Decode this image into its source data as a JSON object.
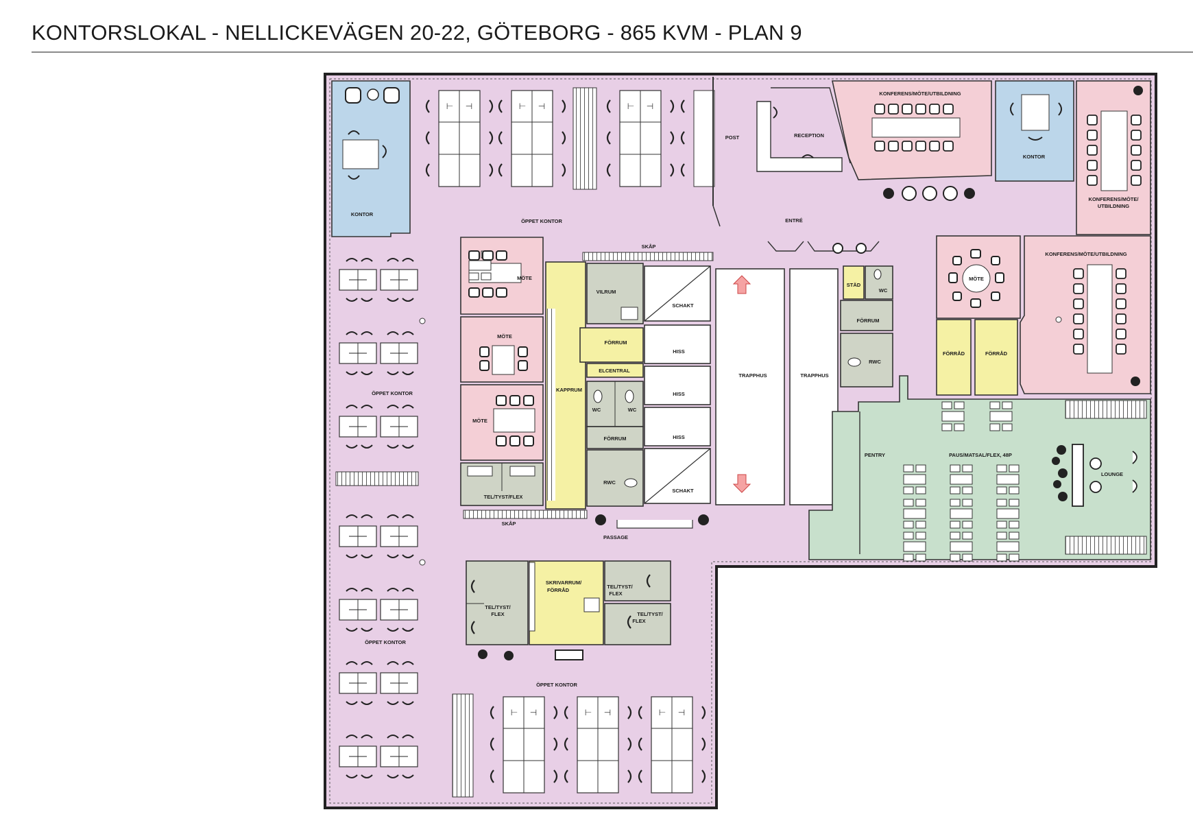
{
  "header": {
    "title": "KONTORSLOKAL - NELLICKEVÄGEN 20-22, GÖTEBORG - 865 KVM - PLAN 9"
  },
  "colors": {
    "office": "#e8cfe6",
    "blue_office": "#bcd6ea",
    "conference": "#f4cfd6",
    "core_grey": "#cfd4c6",
    "yellow": "#f5f1a4",
    "pantry": "#c8e0cc",
    "white": "#ffffff"
  },
  "rooms": {
    "kontor_left": "KONTOR",
    "oppet_kontor_top": "ÖPPET KONTOR",
    "post": "POST",
    "reception": "RECEPTION",
    "konferens_top": "KONFERENS/MÖTE/UTBILDNING",
    "kontor_right": "KONTOR",
    "konferens_right_1": "KONFERENS/MÖTE/",
    "konferens_right_2": "UTBILDNING",
    "entre": "ENTRÉ",
    "skap_top": "SKÅP",
    "mote_1": "MÖTE",
    "mote_2": "MÖTE",
    "mote_3": "MÖTE",
    "tel_tyst_flex_left": "TEL/TYST/FLEX",
    "kapprum": "KAPPRUM",
    "vilrum": "VILRUM",
    "forrum_1": "FÖRRUM",
    "elcentral": "ELCENTRAL",
    "wc_1": "WC",
    "wc_2": "WC",
    "forrum_2": "FÖRRUM",
    "rwc_1": "RWC",
    "schakt_1": "SCHAKT",
    "hiss_1": "HISS",
    "hiss_2": "HISS",
    "hiss_3": "HISS",
    "schakt_2": "SCHAKT",
    "trapphus_1": "TRAPPHUS",
    "trapphus_2": "TRAPPHUS",
    "stad": "STÄD",
    "wc_3": "WC",
    "forrum_3": "FÖRRUM",
    "rwc_2": "RWC",
    "mote_round": "MÖTE",
    "konferens_mid": "KONFERENS/MÖTE/UTBILDNING",
    "forrad_1": "FÖRRÅD",
    "forrad_2": "FÖRRÅD",
    "pentry": "PENTRY",
    "paus": "PAUS/MATSAL/FLEX, 48P",
    "lounge": "LOUNGE",
    "skap_bottom": "SKÅP",
    "passage": "PASSAGE",
    "oppet_kontor_left": "ÖPPET KONTOR",
    "oppet_kontor_left_low": "ÖPPET KONTOR",
    "tel_tyst_flex_a_1": "TEL/TYST/",
    "tel_tyst_flex_a_2": "FLEX",
    "skrivarrum_1": "SKRIVARRUM/",
    "skrivarrum_2": "FÖRRÅD",
    "tel_tyst_flex_b_1": "TEL/TYST/",
    "tel_tyst_flex_b_2": "FLEX",
    "tel_tyst_flex_c_1": "TEL/TYST/",
    "tel_tyst_flex_c_2": "FLEX",
    "oppet_kontor_bottom": "ÖPPET KONTOR"
  }
}
